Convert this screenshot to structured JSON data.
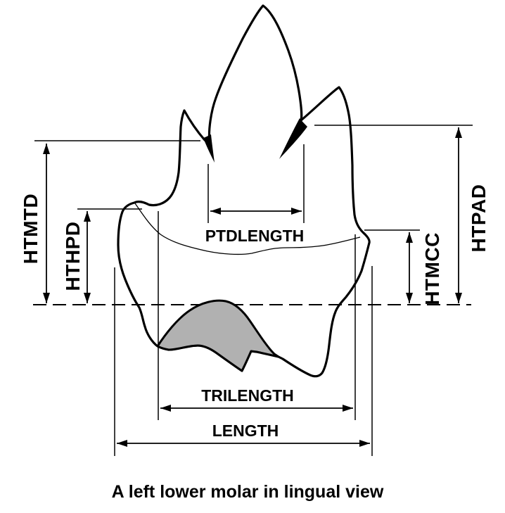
{
  "figure": {
    "caption": "A left lower molar in lingual view",
    "measurements": {
      "htmtd": "HTMTD",
      "hthpd": "HTHPD",
      "ptdlength": "PTDLENGTH",
      "htpad": "HTPAD",
      "htmcc": "HTMCC",
      "trilength": "TRILENGTH",
      "length": "LENGTH"
    },
    "colors": {
      "line": "#000000",
      "talonid_basin_fill": "#b1b1b1",
      "background": "#ffffff"
    }
  }
}
